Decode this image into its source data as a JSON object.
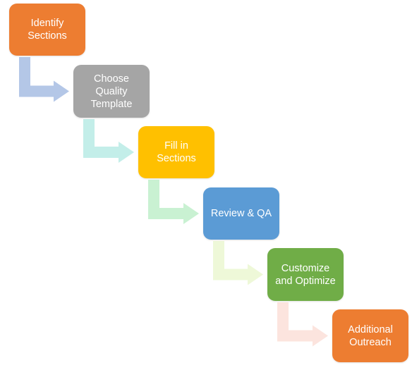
{
  "steps": [
    {
      "label": "Identify\nSections",
      "color": "#ED7D31",
      "arrow_color": "#B4C7E7"
    },
    {
      "label": "Choose\nQuality\nTemplate",
      "color": "#A5A5A5",
      "arrow_color": "#C3EEE9"
    },
    {
      "label": "Fill in\nSections",
      "color": "#FFC000",
      "arrow_color": "#C9F1D2"
    },
    {
      "label": "Review & QA",
      "color": "#5B9BD5",
      "arrow_color": "#EEF8D8"
    },
    {
      "label": "Customize\nand Optimize",
      "color": "#70AD47",
      "arrow_color": "#FCE4DE"
    },
    {
      "label": "Additional\nOutreach",
      "color": "#ED7D31"
    }
  ]
}
